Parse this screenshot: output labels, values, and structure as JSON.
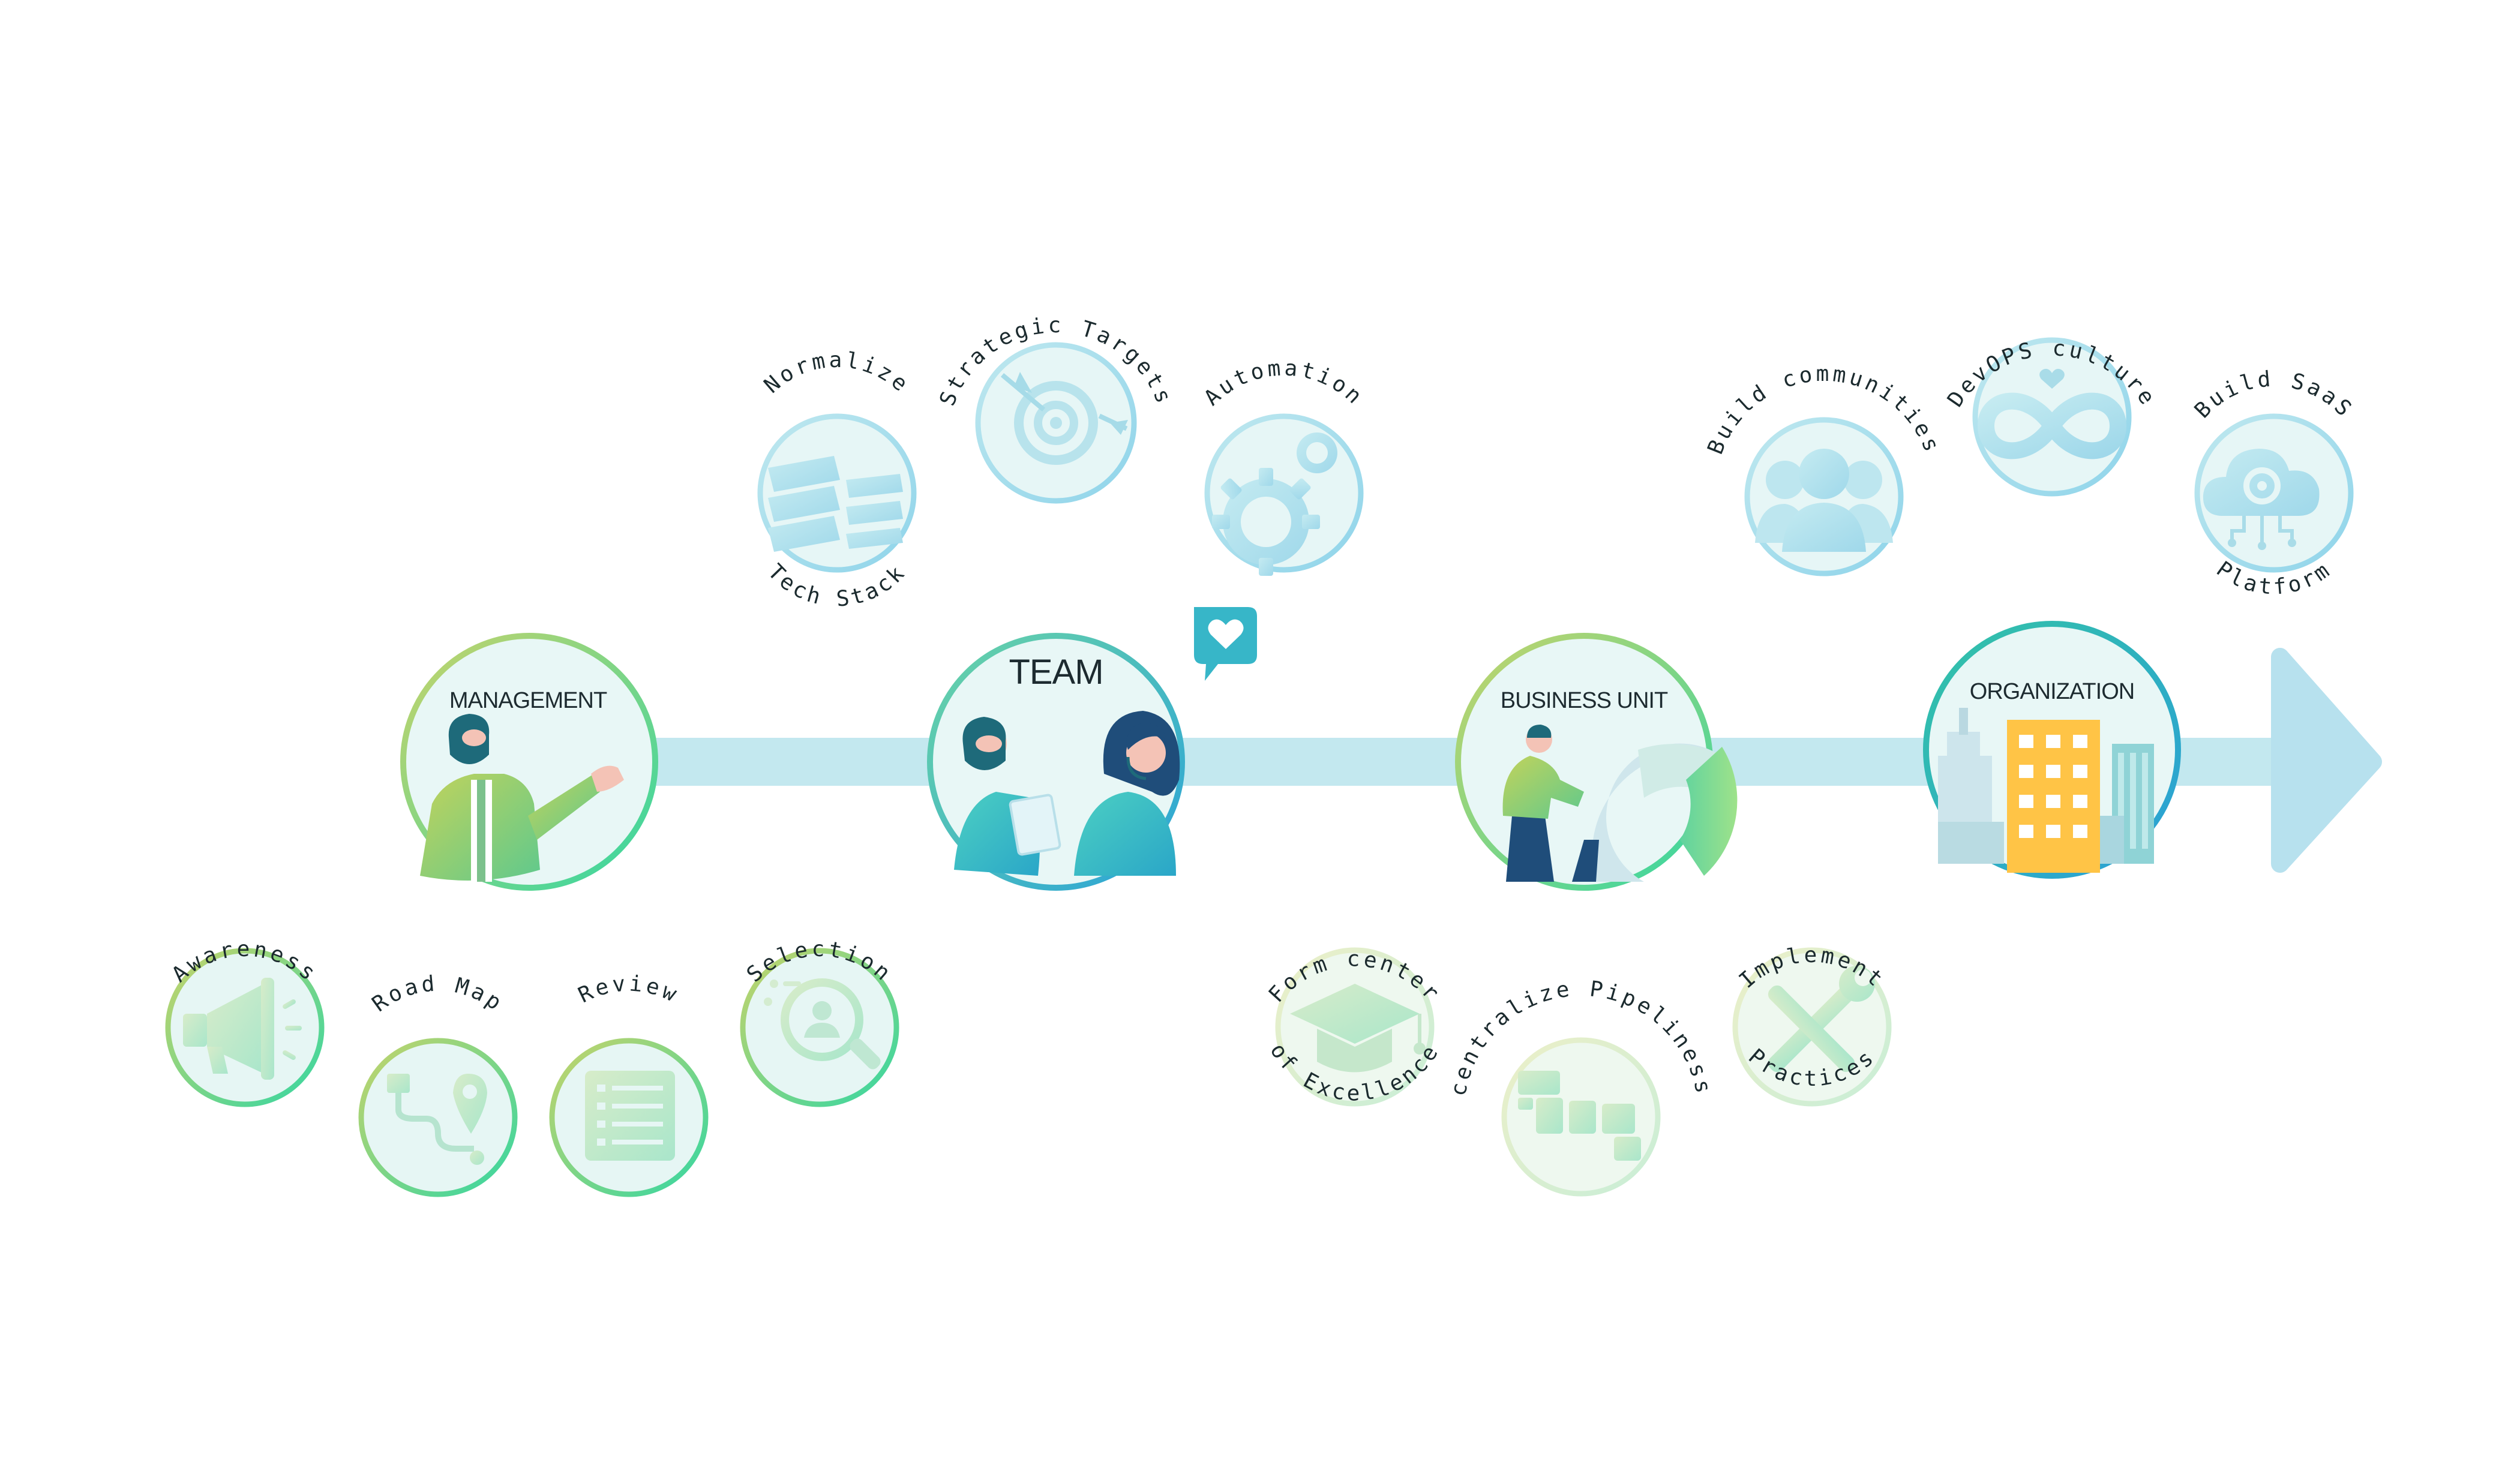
{
  "stages": [
    {
      "id": "management",
      "label": "MANAGEMENT"
    },
    {
      "id": "team",
      "label": "TEAM"
    },
    {
      "id": "business",
      "label": "BUSINESS UNIT"
    },
    {
      "id": "organization",
      "label": "ORGANIZATION"
    }
  ],
  "steps": {
    "awareness": {
      "top": "Awareness"
    },
    "roadmap": {
      "top": "Road Map"
    },
    "review": {
      "top": "Review"
    },
    "selection": {
      "top": "Selection"
    },
    "normalize": {
      "top": "Normalize",
      "bottom": "Tech Stack"
    },
    "targets": {
      "top": "Strategic Targets"
    },
    "automation": {
      "top": "Automation"
    },
    "coe": {
      "top": "Form center",
      "bottom": "of Excellence"
    },
    "pipelines": {
      "top": "centralize Pipeliness"
    },
    "practices": {
      "top": "Implement",
      "bottom": "Practices"
    },
    "communities": {
      "top": "Build communities"
    },
    "devops": {
      "top": "DevOPS culture"
    },
    "saas": {
      "top": "Build SaaS",
      "bottom": "Platform"
    }
  },
  "colors": {
    "arrow": "#c3e8ef",
    "green": "#3fd39a",
    "lime": "#b9cf6a",
    "blue": "#2aa7d8",
    "pale": "#e6f6f6",
    "icon": "#a9dce8"
  }
}
